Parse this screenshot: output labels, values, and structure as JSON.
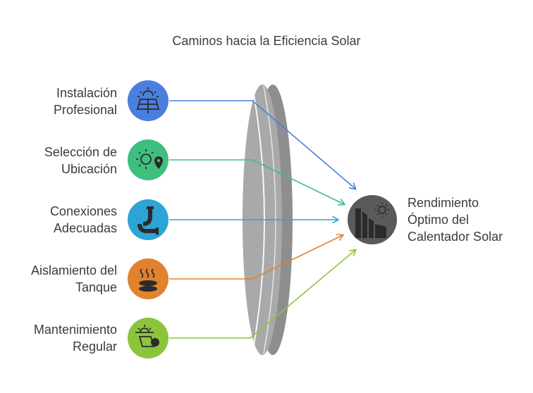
{
  "title": "Caminos hacia la Eficiencia Solar",
  "inputs": [
    {
      "line1": "Instalación",
      "line2": "Profesional",
      "color": "#4a7fe0",
      "icon": "solar-panel-sun-icon"
    },
    {
      "line1": "Selección de",
      "line2": "Ubicación",
      "color": "#3fbf7f",
      "icon": "sun-location-pin-icon"
    },
    {
      "line1": "Conexiones",
      "line2": "Adecuadas",
      "color": "#2da4d6",
      "icon": "pipe-connection-icon"
    },
    {
      "line1": "Aislamiento del",
      "line2": "Tanque",
      "color": "#e0822e",
      "icon": "insulated-tank-heat-icon"
    },
    {
      "line1": "Mantenimiento",
      "line2": "Regular",
      "color": "#8cc43c",
      "icon": "maintenance-panel-sun-icon"
    }
  ],
  "result": {
    "line1": "Rendimiento",
    "line2": "Óptimo del",
    "line3": "Calentador Solar",
    "color": "#5a5a5a",
    "icon": "optimal-heater-performance-icon"
  }
}
